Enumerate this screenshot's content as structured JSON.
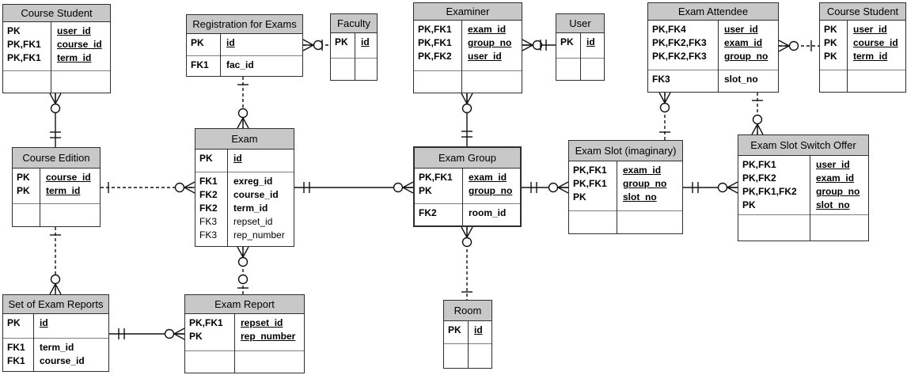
{
  "colors": {
    "header_bg": "#c8c8c8",
    "table_bg": "#ffffff",
    "table_border": "#2e2e2e",
    "section_divider": "#7f7f7f",
    "connector": "#111111",
    "text": "#000000"
  },
  "notation": "crows-foot",
  "entities": [
    {
      "id": "course-student-left",
      "title": "Course Student",
      "sections": [
        [
          {
            "key": "PK",
            "name": "user_id",
            "underline": true,
            "bold": true
          },
          {
            "key": "PK,FK1",
            "name": "course_id",
            "underline": true,
            "bold": true
          },
          {
            "key": "PK,FK1",
            "name": "term_id",
            "underline": true,
            "bold": true
          }
        ],
        []
      ]
    },
    {
      "id": "registration-for-exams",
      "title": "Registration for Exams",
      "sections": [
        [
          {
            "key": "PK",
            "name": "id",
            "underline": true,
            "bold": true
          }
        ],
        [
          {
            "key": "FK1",
            "name": "fac_id",
            "underline": false,
            "bold": true
          }
        ]
      ]
    },
    {
      "id": "faculty",
      "title": "Faculty",
      "sections": [
        [
          {
            "key": "PK",
            "name": "id",
            "underline": true,
            "bold": true
          }
        ],
        []
      ]
    },
    {
      "id": "examiner",
      "title": "Examiner",
      "sections": [
        [
          {
            "key": "PK,FK1",
            "name": "exam_id",
            "underline": true,
            "bold": true
          },
          {
            "key": "PK,FK1",
            "name": "group_no",
            "underline": true,
            "bold": true
          },
          {
            "key": "PK,FK2",
            "name": "user_id",
            "underline": true,
            "bold": true
          }
        ],
        []
      ]
    },
    {
      "id": "user",
      "title": "User",
      "sections": [
        [
          {
            "key": "PK",
            "name": "id",
            "underline": true,
            "bold": true
          }
        ],
        []
      ]
    },
    {
      "id": "exam-attendee",
      "title": "Exam Attendee",
      "sections": [
        [
          {
            "key": "PK,FK4",
            "name": "user_id",
            "underline": true,
            "bold": true
          },
          {
            "key": "PK,FK2,FK3",
            "name": "exam_id",
            "underline": true,
            "bold": true
          },
          {
            "key": "PK,FK2,FK3",
            "name": "group_no",
            "underline": true,
            "bold": true
          }
        ],
        [
          {
            "key": "FK3",
            "name": "slot_no",
            "underline": false,
            "bold": true
          }
        ]
      ]
    },
    {
      "id": "course-student-right",
      "title": "Course Student",
      "sections": [
        [
          {
            "key": "PK",
            "name": "user_id",
            "underline": true,
            "bold": true
          },
          {
            "key": "PK",
            "name": "course_id",
            "underline": true,
            "bold": true
          },
          {
            "key": "PK",
            "name": "term_id",
            "underline": true,
            "bold": true
          }
        ],
        []
      ]
    },
    {
      "id": "course-edition",
      "title": "Course Edition",
      "sections": [
        [
          {
            "key": "PK",
            "name": "course_id",
            "underline": true,
            "bold": true
          },
          {
            "key": "PK",
            "name": "term_id",
            "underline": true,
            "bold": true
          }
        ],
        []
      ]
    },
    {
      "id": "exam",
      "title": "Exam",
      "sections": [
        [
          {
            "key": "PK",
            "name": "id",
            "underline": true,
            "bold": true
          }
        ],
        [
          {
            "key": "FK1",
            "name": "exreg_id",
            "underline": false,
            "bold": true
          },
          {
            "key": "FK2",
            "name": "course_id",
            "underline": false,
            "bold": true
          },
          {
            "key": "FK2",
            "name": "term_id",
            "underline": false,
            "bold": true
          },
          {
            "key": "FK3",
            "name": "repset_id",
            "underline": false,
            "bold": false
          },
          {
            "key": "FK3",
            "name": "rep_number",
            "underline": false,
            "bold": false
          }
        ]
      ]
    },
    {
      "id": "exam-group",
      "title": "Exam Group",
      "sections": [
        [
          {
            "key": "PK,FK1",
            "name": "exam_id",
            "underline": true,
            "bold": true
          },
          {
            "key": "PK",
            "name": "group_no",
            "underline": true,
            "bold": true
          }
        ],
        [
          {
            "key": "FK2",
            "name": "room_id",
            "underline": false,
            "bold": true
          }
        ]
      ]
    },
    {
      "id": "exam-slot-imaginary",
      "title": "Exam Slot (imaginary)",
      "sections": [
        [
          {
            "key": "PK,FK1",
            "name": "exam_id",
            "underline": true,
            "bold": true
          },
          {
            "key": "PK,FK1",
            "name": "group_no",
            "underline": true,
            "bold": true
          },
          {
            "key": "PK",
            "name": "slot_no",
            "underline": true,
            "bold": true
          }
        ],
        []
      ]
    },
    {
      "id": "exam-slot-switch-offer",
      "title": "Exam Slot Switch Offer",
      "sections": [
        [
          {
            "key": "PK,FK1",
            "name": "user_id",
            "underline": true,
            "bold": true
          },
          {
            "key": "PK,FK2",
            "name": "exam_id",
            "underline": true,
            "bold": true
          },
          {
            "key": "PK,FK1,FK2",
            "name": "group_no",
            "underline": true,
            "bold": true
          },
          {
            "key": "PK",
            "name": "slot_no",
            "underline": true,
            "bold": true
          }
        ],
        []
      ]
    },
    {
      "id": "set-of-exam-reports",
      "title": "Set of Exam Reports",
      "sections": [
        [
          {
            "key": "PK",
            "name": "id",
            "underline": true,
            "bold": true
          }
        ],
        [
          {
            "key": "FK1",
            "name": "term_id",
            "underline": false,
            "bold": true
          },
          {
            "key": "FK1",
            "name": "course_id",
            "underline": false,
            "bold": true
          }
        ]
      ]
    },
    {
      "id": "exam-report",
      "title": "Exam Report",
      "sections": [
        [
          {
            "key": "PK,FK1",
            "name": "repset_id",
            "underline": true,
            "bold": true
          },
          {
            "key": "PK",
            "name": "rep_number",
            "underline": true,
            "bold": true
          }
        ],
        []
      ]
    },
    {
      "id": "room",
      "title": "Room",
      "sections": [
        [
          {
            "key": "PK",
            "name": "id",
            "underline": true,
            "bold": true
          }
        ],
        []
      ]
    }
  ],
  "connectors": [
    {
      "id": "c1",
      "from": "course-student-left",
      "to": "course-edition",
      "from_card": "zero-or-many",
      "to_card": "exactly-one",
      "line": "solid"
    },
    {
      "id": "c2",
      "from": "registration-for-exams",
      "to": "faculty",
      "from_card": "zero-or-many",
      "to_card": "one",
      "line": "dashed"
    },
    {
      "id": "c3",
      "from": "registration-for-exams",
      "to": "exam",
      "from_card": "one",
      "to_card": "zero-or-many",
      "line": "dashed"
    },
    {
      "id": "c4",
      "from": "examiner",
      "to": "user",
      "from_card": "zero-or-many",
      "to_card": "exactly-one",
      "line": "solid"
    },
    {
      "id": "c5",
      "from": "examiner",
      "to": "exam-group",
      "from_card": "zero-or-many",
      "to_card": "exactly-one",
      "line": "solid"
    },
    {
      "id": "c6",
      "from": "exam-attendee",
      "to": "exam-slot-imaginary",
      "from_card": "zero-or-many",
      "to_card": "one",
      "line": "dashed"
    },
    {
      "id": "c7",
      "from": "exam-attendee",
      "to": "exam-slot-switch-offer",
      "from_card": "one",
      "to_card": "zero-or-many",
      "line": "dashed"
    },
    {
      "id": "c8",
      "from": "exam-attendee",
      "to": "course-student-right",
      "from_card": "zero-or-many",
      "to_card": "one",
      "line": "dashed"
    },
    {
      "id": "c9",
      "from": "course-edition",
      "to": "exam",
      "from_card": "one",
      "to_card": "zero-or-many",
      "line": "dashed"
    },
    {
      "id": "c10",
      "from": "exam",
      "to": "exam-group",
      "from_card": "exactly-one",
      "to_card": "zero-or-many",
      "line": "solid"
    },
    {
      "id": "c11",
      "from": "exam-group",
      "to": "exam-slot-imaginary",
      "from_card": "exactly-one",
      "to_card": "zero-or-many",
      "line": "solid"
    },
    {
      "id": "c12",
      "from": "exam-slot-imaginary",
      "to": "exam-slot-switch-offer",
      "from_card": "exactly-one",
      "to_card": "zero-or-many",
      "line": "solid"
    },
    {
      "id": "c13",
      "from": "course-edition",
      "to": "set-of-exam-reports",
      "from_card": "one",
      "to_card": "zero-or-many",
      "line": "dashed"
    },
    {
      "id": "c14",
      "from": "exam",
      "to": "exam-report",
      "from_card": "zero-or-many",
      "to_card": "zero-or-one",
      "line": "dashed"
    },
    {
      "id": "c15",
      "from": "set-of-exam-reports",
      "to": "exam-report",
      "from_card": "exactly-one",
      "to_card": "zero-or-many",
      "line": "solid"
    },
    {
      "id": "c16",
      "from": "exam-group",
      "to": "room",
      "from_card": "zero-or-many",
      "to_card": "one",
      "line": "dashed"
    }
  ]
}
